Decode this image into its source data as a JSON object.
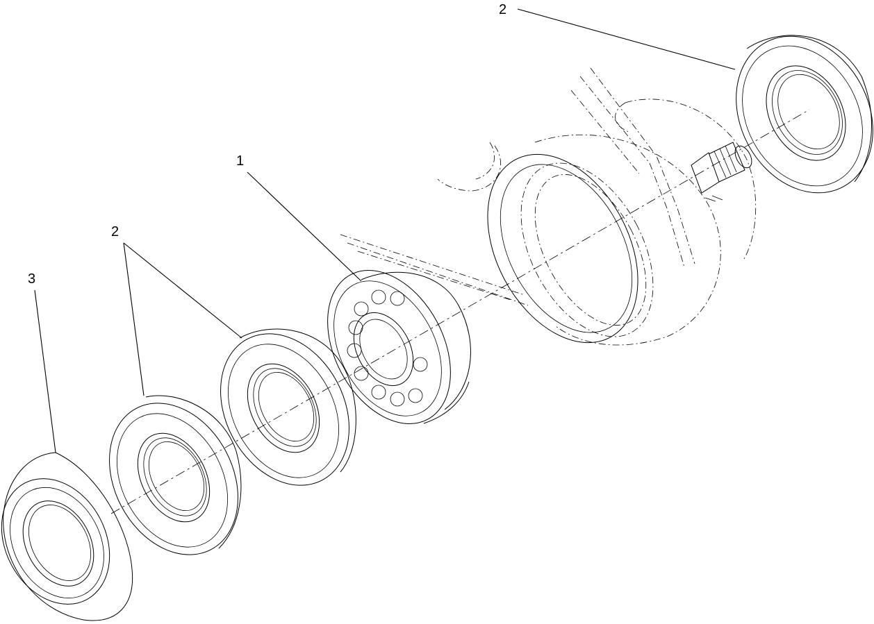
{
  "callouts": {
    "bearing": "1",
    "seal_top_right": "2",
    "seals_left": "2",
    "seal_outer": "3"
  }
}
